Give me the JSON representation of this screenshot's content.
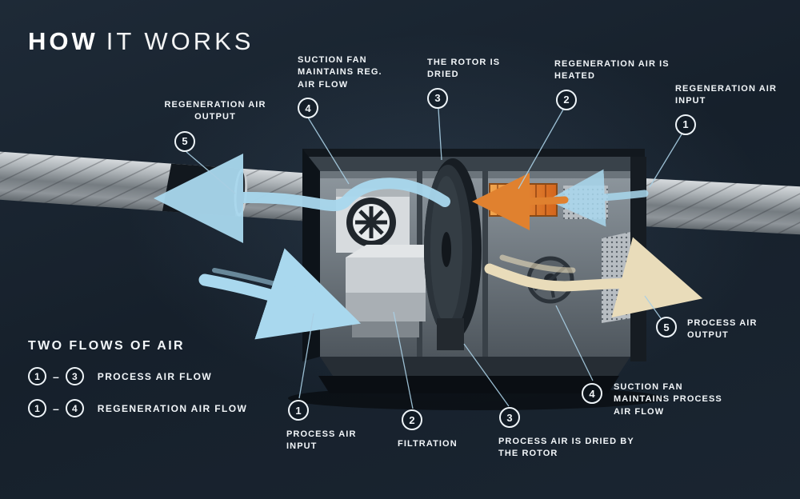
{
  "title": {
    "bold": "HOW",
    "light": "IT WORKS"
  },
  "callouts": [
    {
      "number": "5",
      "label": "REGENERATION AIR OUTPUT"
    },
    {
      "number": "4",
      "label": "SUCTION FAN MAINTAINS REG. AIR FLOW"
    },
    {
      "number": "3",
      "label": "THE ROTOR IS DRIED"
    },
    {
      "number": "2",
      "label": "REGENERATION AIR IS HEATED"
    },
    {
      "number": "1",
      "label": "REGENERATION AIR INPUT"
    },
    {
      "number": "1",
      "label": "PROCESS AIR INPUT"
    },
    {
      "number": "2",
      "label": "FILTRATION"
    },
    {
      "number": "3",
      "label": "PROCESS AIR IS DRIED BY THE ROTOR"
    },
    {
      "number": "4",
      "label": "SUCTION FAN MAINTAINS PROCESS AIR FLOW"
    },
    {
      "number": "5",
      "label": "PROCESS AIR OUTPUT"
    }
  ],
  "legend": {
    "title": "TWO FLOWS OF AIR",
    "separator": "–",
    "items": [
      {
        "from": "1",
        "to": "3",
        "label": "PROCESS AIR FLOW"
      },
      {
        "from": "1",
        "to": "4",
        "label": "REGENERATION AIR FLOW"
      }
    ]
  },
  "colors": {
    "text": "#f2f6f9",
    "flow-blue": "#a9d8ee",
    "flow-cream": "#e9dcba",
    "heat-orange": "#e0812f",
    "leader-line": "#a9cfe4"
  }
}
